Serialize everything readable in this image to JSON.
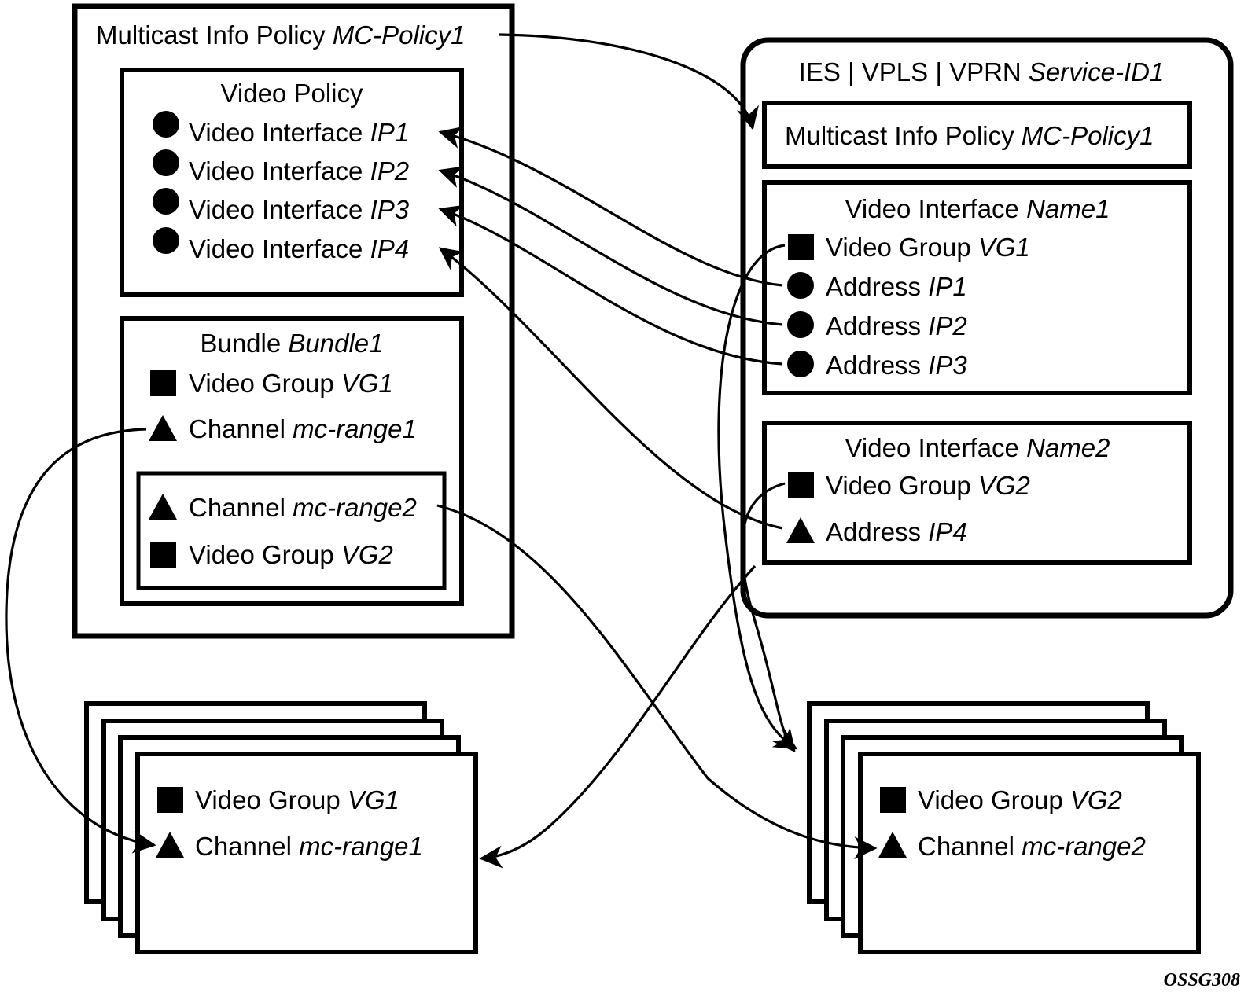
{
  "caption": "OSSG308",
  "left_policy": {
    "title_label": "Multicast Info Policy",
    "title_value": "MC-Policy1",
    "video_policy": {
      "title": "Video Policy",
      "items": [
        {
          "glyph": "circle",
          "label": "Video Interface",
          "value": "IP1"
        },
        {
          "glyph": "circle",
          "label": "Video Interface",
          "value": "IP2"
        },
        {
          "glyph": "circle",
          "label": "Video Interface",
          "value": "IP3"
        },
        {
          "glyph": "circle",
          "label": "Video Interface",
          "value": "IP4"
        }
      ]
    },
    "bundle": {
      "title_label": "Bundle",
      "title_value": "Bundle1",
      "items": [
        {
          "glyph": "square",
          "label": "Video Group",
          "value": "VG1"
        },
        {
          "glyph": "triangle",
          "label": "Channel",
          "value": "mc-range1"
        }
      ],
      "nested": {
        "items": [
          {
            "glyph": "triangle",
            "label": "Channel",
            "value": "mc-range2"
          },
          {
            "glyph": "square",
            "label": "Video Group",
            "value": "VG2"
          }
        ]
      }
    }
  },
  "service": {
    "title": "IES | VPLS | VPRN",
    "title_value": "Service-ID1",
    "mc_policy": {
      "label": "Multicast Info Policy",
      "value": "MC-Policy1"
    },
    "interfaces": [
      {
        "title_label": "Video Interface",
        "title_value": "Name1",
        "items": [
          {
            "glyph": "square",
            "label": "Video Group",
            "value": "VG1"
          },
          {
            "glyph": "circle",
            "label": "Address",
            "value": "IP1"
          },
          {
            "glyph": "circle",
            "label": "Address",
            "value": "IP2"
          },
          {
            "glyph": "circle",
            "label": "Address",
            "value": "IP3"
          }
        ]
      },
      {
        "title_label": "Video Interface",
        "title_value": "Name2",
        "items": [
          {
            "glyph": "square",
            "label": "Video Group",
            "value": "VG2"
          },
          {
            "glyph": "triangle",
            "label": "Address",
            "value": "IP4"
          }
        ]
      }
    ]
  },
  "stacks": [
    {
      "name": "video-group-stack-vg1",
      "items": [
        {
          "glyph": "square",
          "label": "Video Group",
          "value": "VG1"
        },
        {
          "glyph": "triangle",
          "label": "Channel",
          "value": "mc-range1"
        }
      ]
    },
    {
      "name": "video-group-stack-vg2",
      "items": [
        {
          "glyph": "square",
          "label": "Video Group",
          "value": "VG2"
        },
        {
          "glyph": "triangle",
          "label": "Channel",
          "value": "mc-range2"
        }
      ]
    }
  ],
  "colors": {
    "stroke": "#000000",
    "fill": "#ffffff"
  }
}
